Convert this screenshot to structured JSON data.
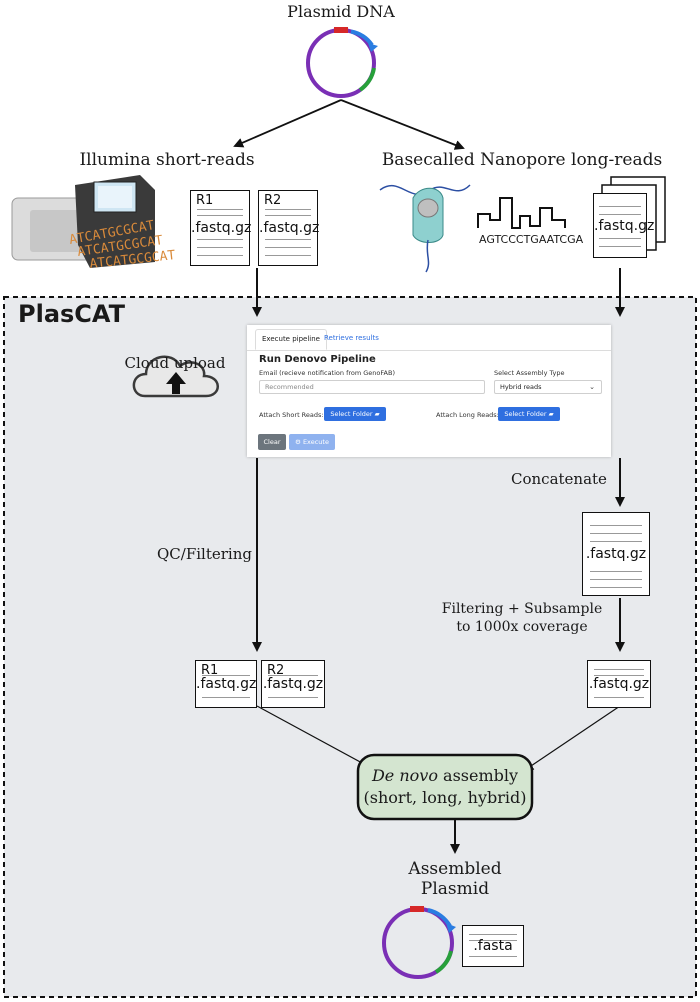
{
  "title": "Plasmid DNA",
  "left_branch": {
    "title": "Illumina short-reads",
    "files": [
      {
        "tag": "R1",
        "name": ".fastq.gz"
      },
      {
        "tag": "R2",
        "name": ".fastq.gz"
      }
    ],
    "seq_text": "ATCATGCGCAT"
  },
  "right_branch": {
    "title": "Basecalled Nanopore long-reads",
    "sequence": "AGTCCCTGAATCGA",
    "file": ".fastq.gz"
  },
  "platform": {
    "name": "PlasCAT",
    "cloud_label": "Cloud upload",
    "ui": {
      "tabs": [
        "Execute pipeline",
        "Retrieve results"
      ],
      "heading": "Run Denovo Pipeline",
      "email_label": "Email (recieve notification from GenoFAB)",
      "email_placeholder": "Recommended",
      "assembly_label": "Select Assembly Type",
      "assembly_value": "Hybrid reads",
      "short_label": "Attach Short Reads:",
      "long_label": "Attach Long Reads:",
      "select_folder": "Select Folder",
      "clear": "Clear",
      "execute": "Execute"
    },
    "concatenate": "Concatenate",
    "concat_file": ".fastq.gz",
    "qc_label": "QC/Filtering",
    "filter_label": [
      "Filtering + Subsample",
      "to 1000x coverage"
    ],
    "qc_files": [
      {
        "tag": "R1",
        "name": ".fastq.gz"
      },
      {
        "tag": "R2",
        "name": ".fastq.gz"
      }
    ],
    "filtered_file": ".fastq.gz",
    "assembly_italic": "De novo",
    "assembly_rest": " assembly",
    "assembly_sub": "(short, long, hybrid)",
    "output_label": [
      "Assembled",
      "Plasmid"
    ],
    "output_file": ".fasta"
  },
  "colors": {
    "panel": "#e8eaed",
    "assembly": "#d4e5d0",
    "plasmid_purple": "#7a2fb5",
    "plasmid_blue": "#2a7de1",
    "plasmid_green": "#27a03a",
    "plasmid_red": "#d62828",
    "seq_orange": "#d98a3a",
    "button_blue": "#2f6fe0"
  }
}
